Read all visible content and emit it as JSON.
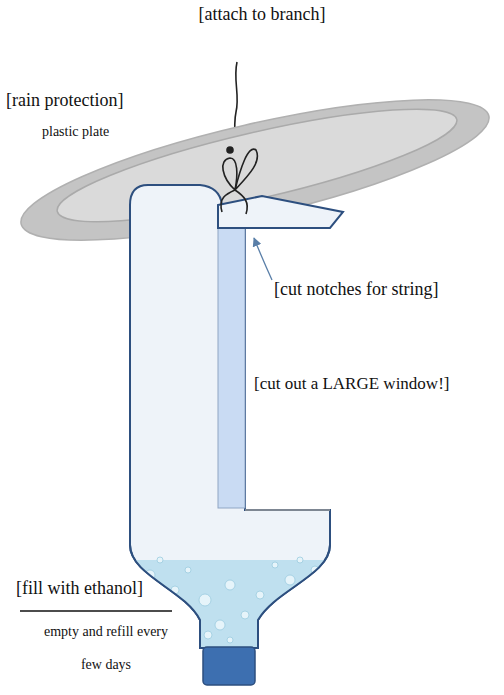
{
  "diagram": {
    "labels": [
      "[attach to branch]",
      "[rain protection]",
      "plastic plate",
      "[cut notches for string]",
      "[cut out a LARGE window!]",
      "[fill with ethanol]",
      "empty and refill every few days"
    ]
  }
}
